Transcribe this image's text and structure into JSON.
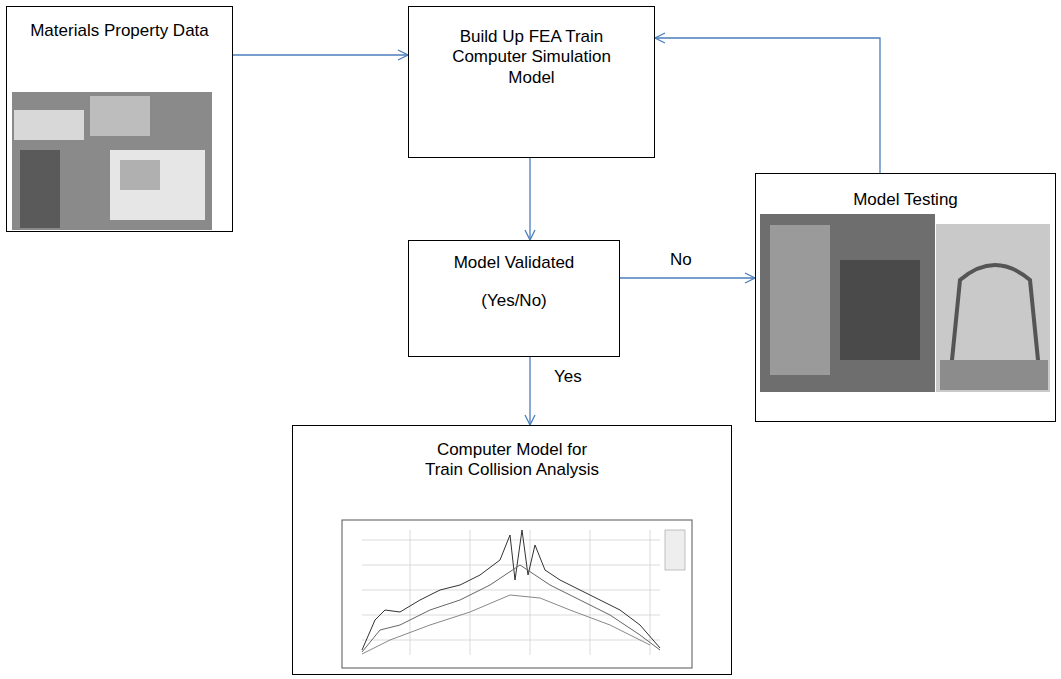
{
  "diagram": {
    "nodes": [
      {
        "text": [
          "Materials Property Data"
        ]
      },
      {
        "text": [
          "Build Up FEA Train Computer Simulation Model"
        ]
      },
      {
        "text": [
          "Model Validated",
          "(Yes/No)"
        ]
      },
      {
        "text": [
          "Model Testing"
        ]
      },
      {
        "text": [
          "Computer Model for Train Collision Analysis"
        ]
      }
    ],
    "edges": [
      {
        "from": 0,
        "to": 1,
        "arrow": "to"
      },
      {
        "from": 1,
        "to": 2,
        "arrow": "to"
      },
      {
        "from": 2,
        "to": 3,
        "label": "No",
        "arrow": "to"
      },
      {
        "from": 2,
        "to": 4,
        "label": "Yes",
        "arrow": "to"
      },
      {
        "from": 3,
        "to": 1,
        "arrow": "to"
      }
    ]
  }
}
